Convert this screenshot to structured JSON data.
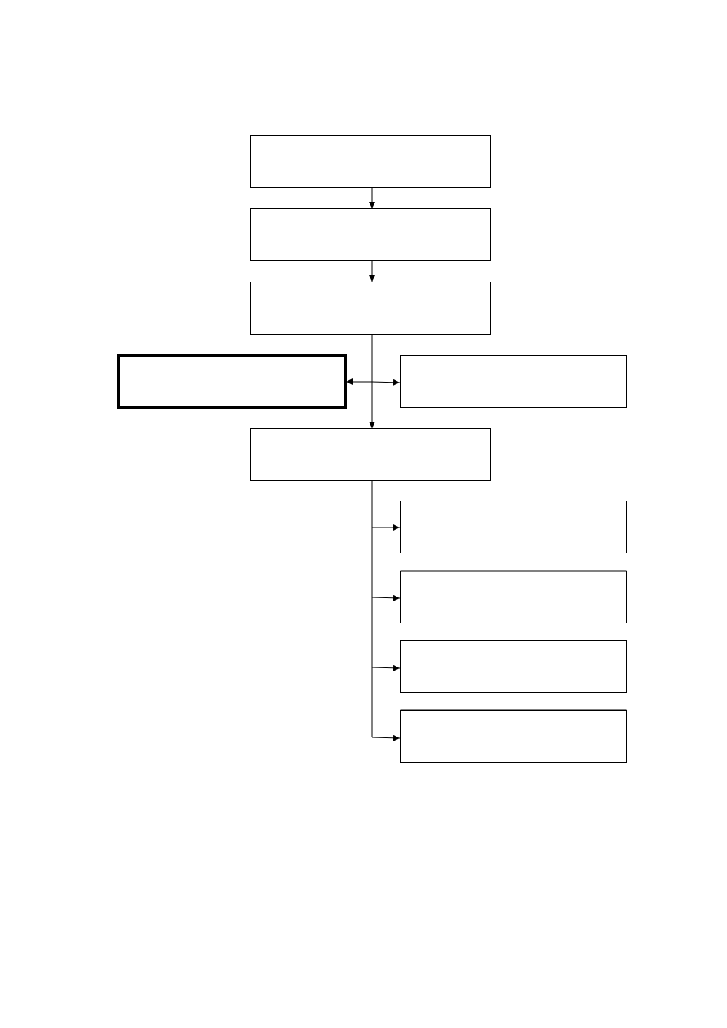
{
  "diagram": {
    "boxes": [
      {
        "id": "step-1",
        "label": ""
      },
      {
        "id": "step-2",
        "label": ""
      },
      {
        "id": "step-3",
        "label": ""
      },
      {
        "id": "side-left",
        "label": "",
        "emphasis": true
      },
      {
        "id": "side-right",
        "label": ""
      },
      {
        "id": "step-4",
        "label": ""
      },
      {
        "id": "branch-1",
        "label": ""
      },
      {
        "id": "branch-2",
        "label": ""
      },
      {
        "id": "branch-3",
        "label": ""
      },
      {
        "id": "branch-4",
        "label": ""
      }
    ],
    "edges": [
      {
        "from": "step-1",
        "to": "step-2"
      },
      {
        "from": "step-2",
        "to": "step-3"
      },
      {
        "from": "step-3",
        "to": "step-4"
      },
      {
        "from": "step-3",
        "to": "side-left"
      },
      {
        "from": "step-3",
        "to": "side-right"
      },
      {
        "from": "step-4",
        "to": "branch-1"
      },
      {
        "from": "step-4",
        "to": "branch-2"
      },
      {
        "from": "step-4",
        "to": "branch-3"
      },
      {
        "from": "step-4",
        "to": "branch-4"
      }
    ],
    "colors": {
      "stroke": "#000000",
      "fill": "#ffffff"
    }
  }
}
